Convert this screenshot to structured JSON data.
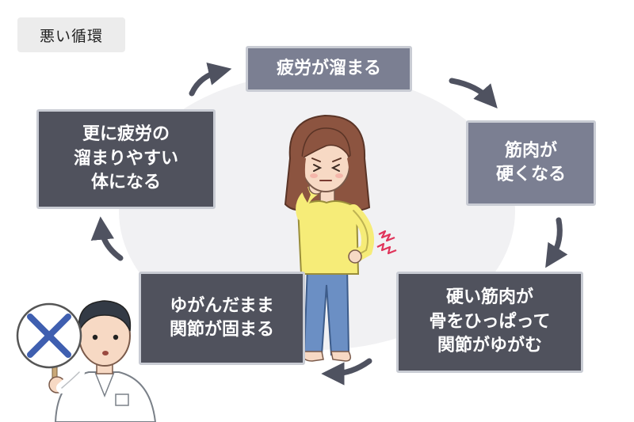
{
  "title": "悪い循環",
  "steps": [
    {
      "text": "疲労が溜まる",
      "tone": "light"
    },
    {
      "text": "筋肉が\n硬くなる",
      "tone": "light"
    },
    {
      "text": "硬い筋肉が\n骨をひっぱって\n関節がゆがむ",
      "tone": "dark"
    },
    {
      "text": "ゆがんだまま\n関節が固まる",
      "tone": "dark"
    },
    {
      "text": "更に疲労の\n溜まりやすい\n体になる",
      "tone": "dark"
    }
  ],
  "colors": {
    "light_box": "#7b7f92",
    "dark_box": "#50525d",
    "arrow": "#4f5260",
    "background_circle": "#f1f1f3"
  },
  "icons": [
    "cycle-arrow-icon",
    "woman-hip-pain-illustration",
    "doctor-x-sign-illustration",
    "x-mark-icon",
    "pain-mark-icon"
  ]
}
